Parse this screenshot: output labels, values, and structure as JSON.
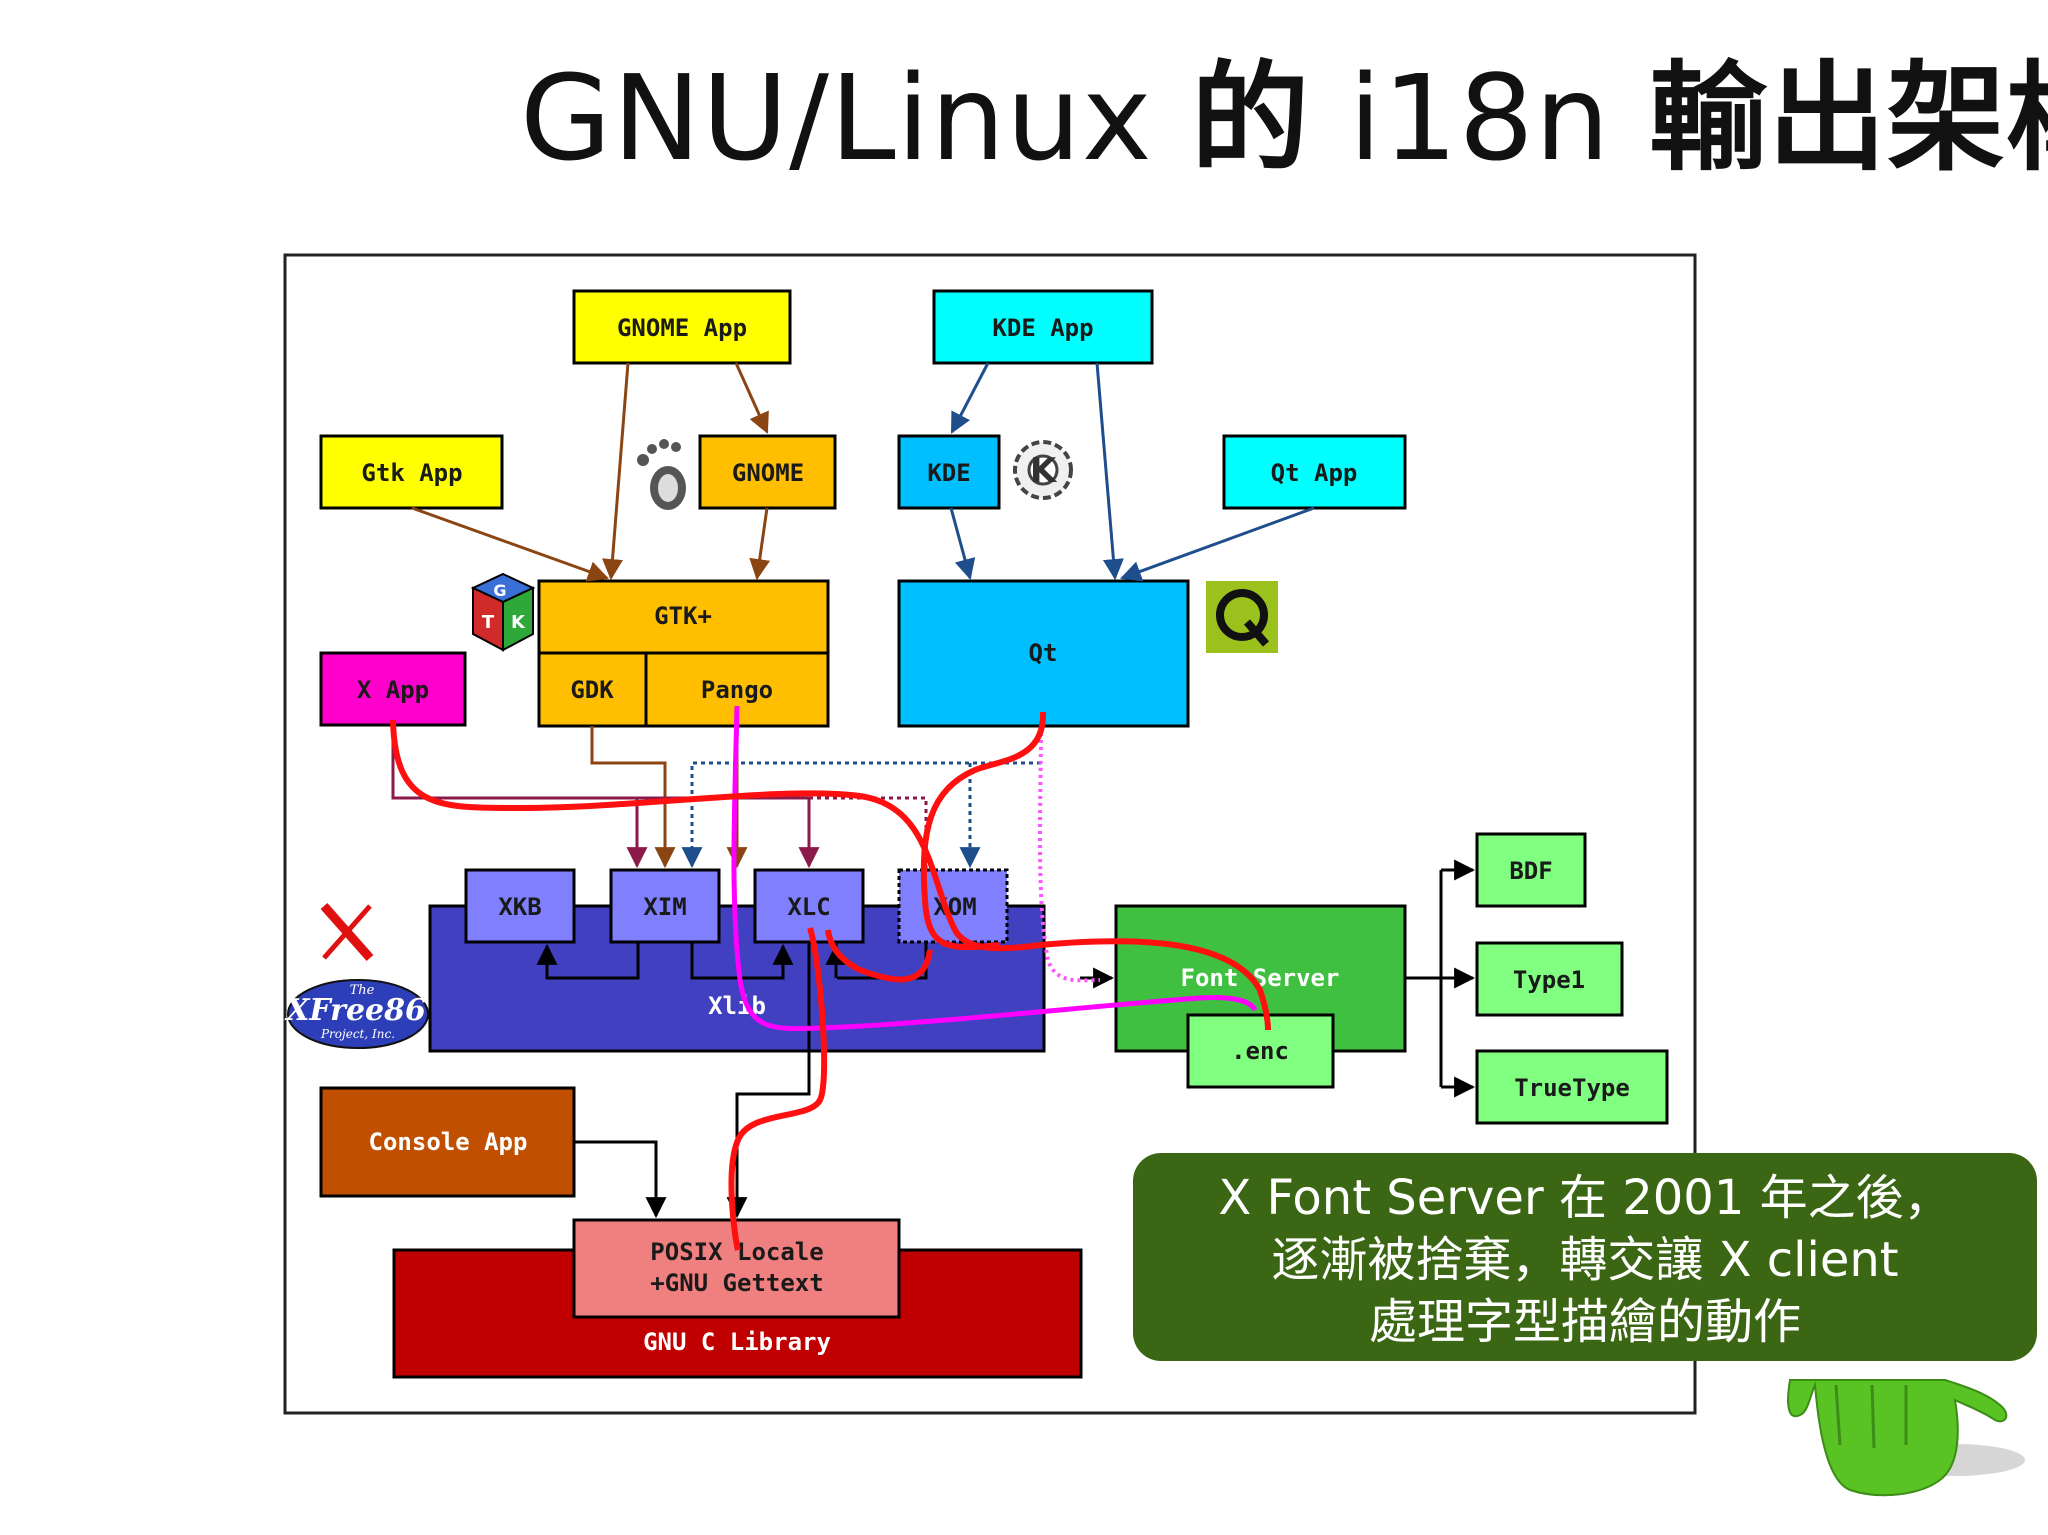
{
  "title": {
    "latin1": "GNU/Linux ",
    "cjk1": "的",
    "latin2": " i18n ",
    "cjk2": "輸出架構"
  },
  "diagram": {
    "gnome_app": "GNOME App",
    "kde_app": "KDE App",
    "gtk_app": "Gtk App",
    "gnome": "GNOME",
    "kde": "KDE",
    "qt_app": "Qt App",
    "gtk_plus": "GTK+",
    "qt": "Qt",
    "x_app": "X App",
    "gdk": "GDK",
    "pango": "Pango",
    "xkb": "XKB",
    "xim": "XIM",
    "xlc": "XLC",
    "xom": "XOM",
    "xlib": "Xlib",
    "font_server": "Font Server",
    "enc": ".enc",
    "bdf": "BDF",
    "type1": "Type1",
    "truetype": "TrueType",
    "console_app": "Console App",
    "posix_locale_1": "POSIX Locale",
    "posix_locale_2": "+GNU Gettext",
    "gnu_c_library": "GNU C Library",
    "xfree_logo_1": "The",
    "xfree_logo_2": "XFree86",
    "xfree_logo_3": "Project, Inc."
  },
  "callout": {
    "line1": "X Font Server 在 2001 年之後，",
    "line2": "逐漸被捨棄，轉交讓 X client",
    "line3": "處理字型描繪的動作"
  },
  "colors": {
    "yellow": "#ffff00",
    "orange": "#ffbf00",
    "cyan": "#00ffff",
    "sky": "#00bfff",
    "magenta": "#ff00cc",
    "xlib": "#4040c0",
    "xbox": "#8080ff",
    "green": "#40c040",
    "lightgreen": "#80ff80",
    "brown": "#c05000",
    "red": "#c00000",
    "pink": "#f08080",
    "callout": "#3b6614"
  }
}
